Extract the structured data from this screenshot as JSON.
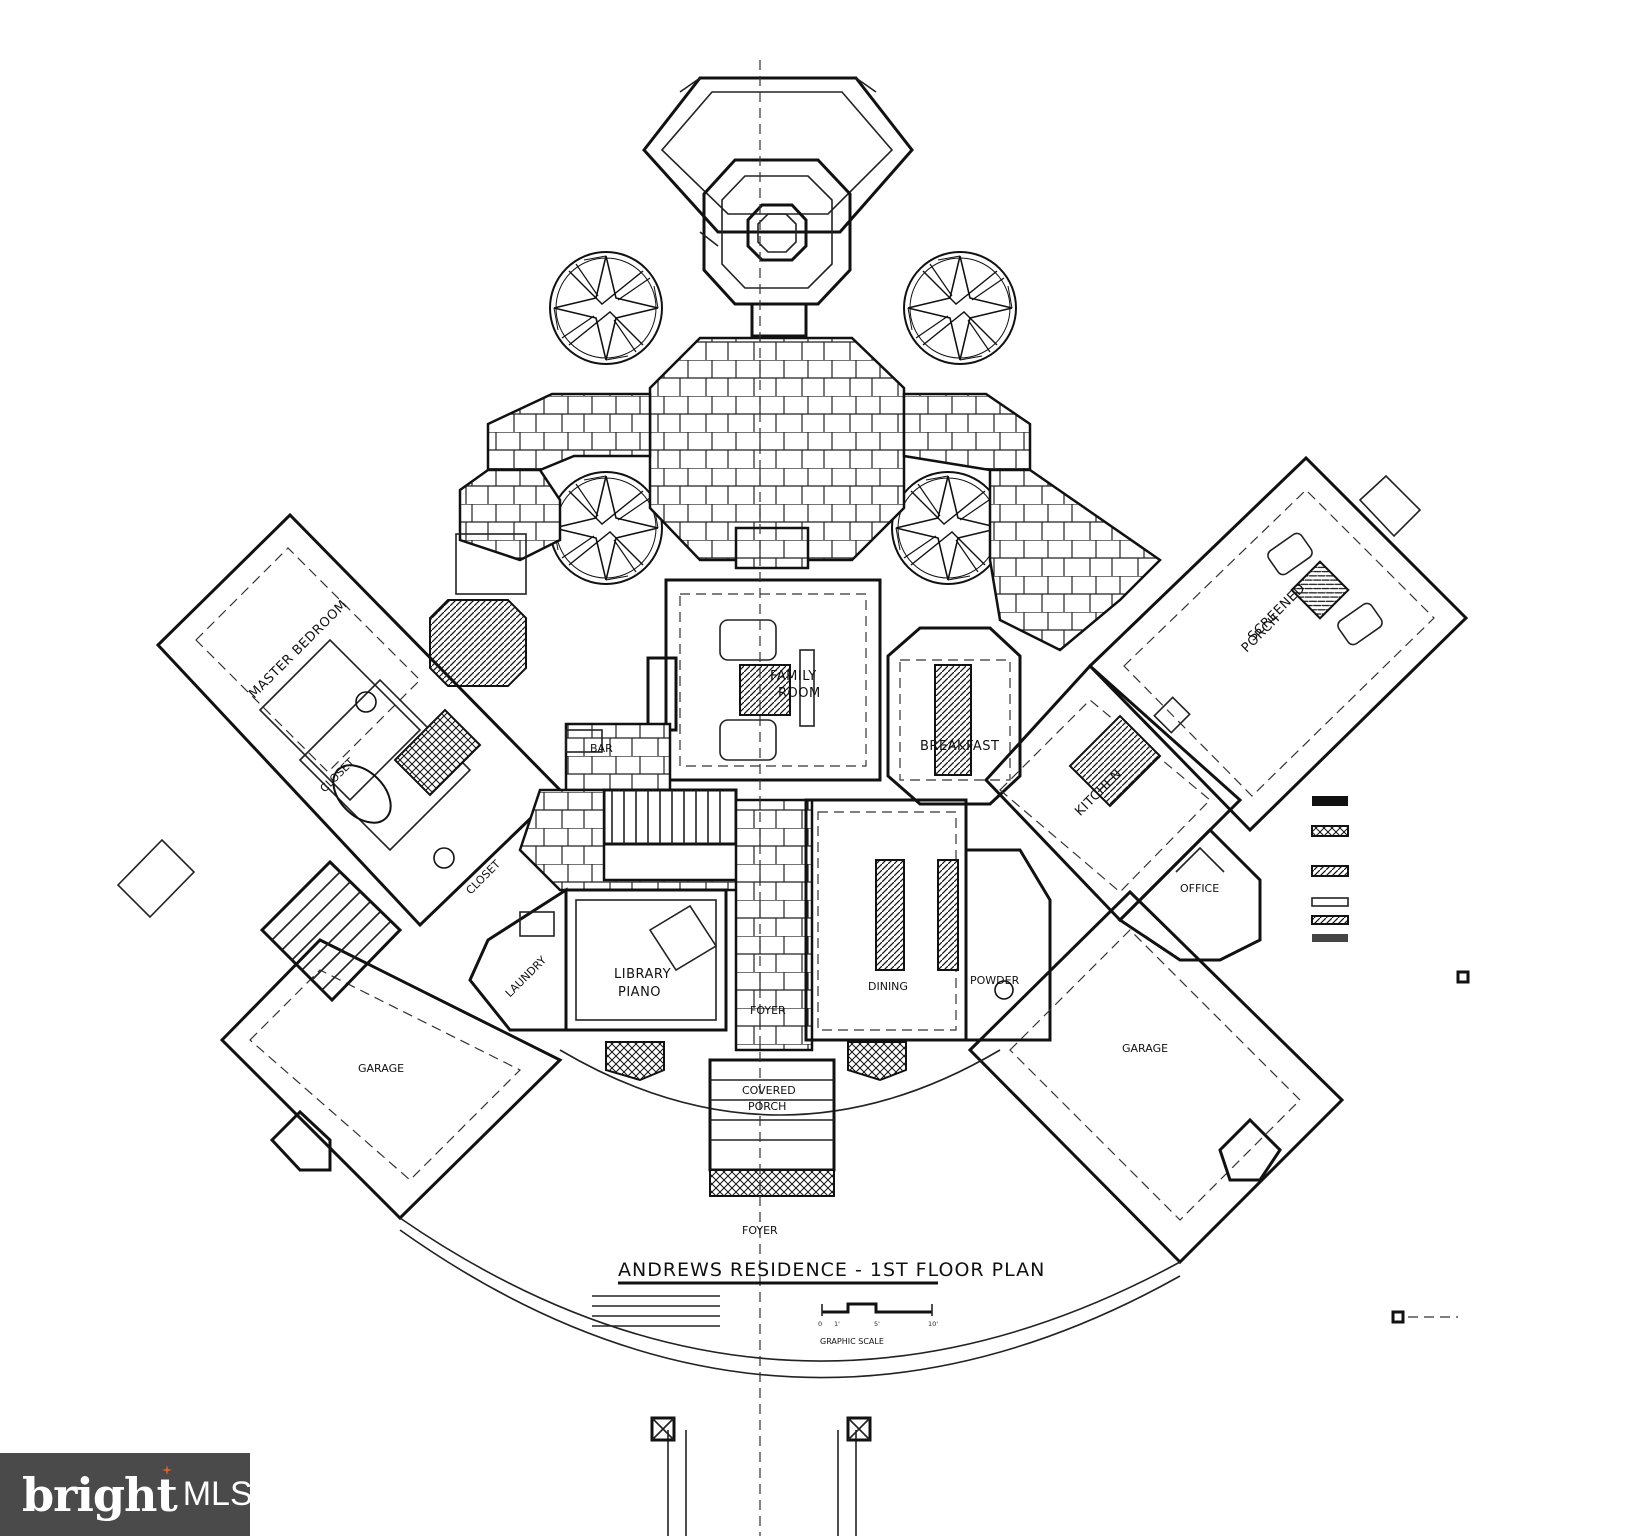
{
  "plan": {
    "title": "ANDREWS RESIDENCE - 1ST FLOOR PLAN",
    "rooms": {
      "master_bedroom": "MASTER BEDROOM",
      "closet_left": "CLOSET",
      "closet_right": "CLOSET",
      "bar": "BAR",
      "family_room_line1": "FAMILY",
      "family_room_line2": "ROOM",
      "breakfast": "BREAKFAST",
      "screened_porch_line1": "SCREENED",
      "screened_porch_line2": "PORCH",
      "kitchen": "KITCHEN",
      "office": "OFFICE",
      "laundry": "LAUNDRY",
      "library_line1": "LIBRARY",
      "library_line2": "PIANO",
      "foyer_inner": "FOYER",
      "dining": "DINING",
      "powder": "POWDER",
      "garage_left": "GARAGE",
      "garage_right": "GARAGE",
      "covered_porch_line1": "COVERED",
      "covered_porch_line2": "PORCH",
      "foyer_outer": "FOYER"
    },
    "scale_label": "GRAPHIC SCALE",
    "scale_ticks": [
      "0",
      "1'",
      "5'",
      "10'"
    ]
  },
  "brand": {
    "word": "bright",
    "suffix": "MLS",
    "accent_color": "#e4602b",
    "background_color": "#4a4a4a"
  }
}
